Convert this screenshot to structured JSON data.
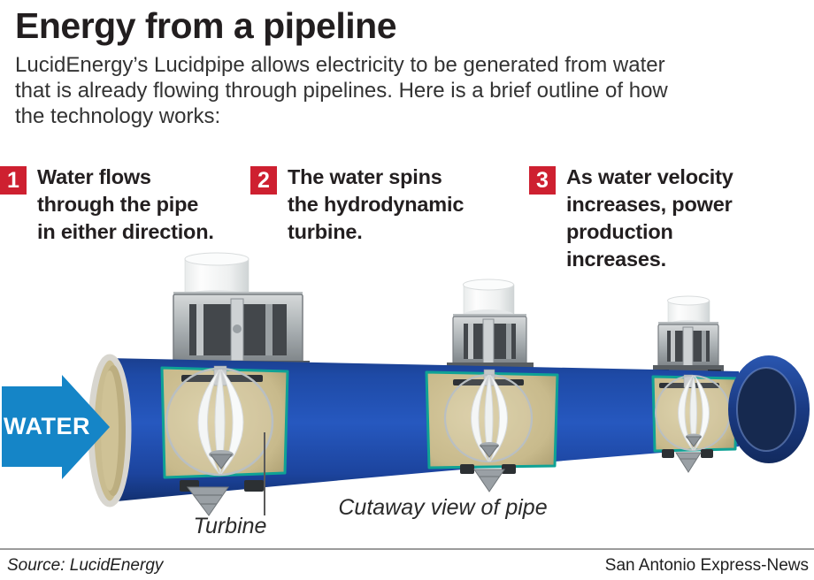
{
  "header": {
    "title": "Energy from a pipeline",
    "intro_lines": [
      "LucidEnergy’s Lucidpipe allows electricity to be generated from water",
      "that is already flowing through pipelines. Here is a brief outline of how",
      "the technology works:"
    ]
  },
  "steps": [
    {
      "number": "1",
      "lines": [
        "Water flows",
        "through the pipe",
        "in either direction."
      ]
    },
    {
      "number": "2",
      "lines": [
        "The water spins",
        "the hydrodynamic",
        "turbine."
      ]
    },
    {
      "number": "3",
      "lines": [
        "As water velocity",
        "increases, power",
        "production",
        "increases."
      ]
    }
  ],
  "diagram": {
    "water_label": "WATER",
    "turbine_label": "Turbine",
    "cutaway_label": "Cutaway view of pipe"
  },
  "footer": {
    "source": "Source: LucidEnergy",
    "credit": "San Antonio Express-News"
  },
  "colors": {
    "step_badge_red": "#ce2030",
    "pipe_blue": "#2153b4",
    "arrow_blue": "#1585c7",
    "cutaway_tan": "#c8ba8c",
    "cutaway_border_teal": "#0fa295",
    "bell_navy": "#16294f"
  }
}
